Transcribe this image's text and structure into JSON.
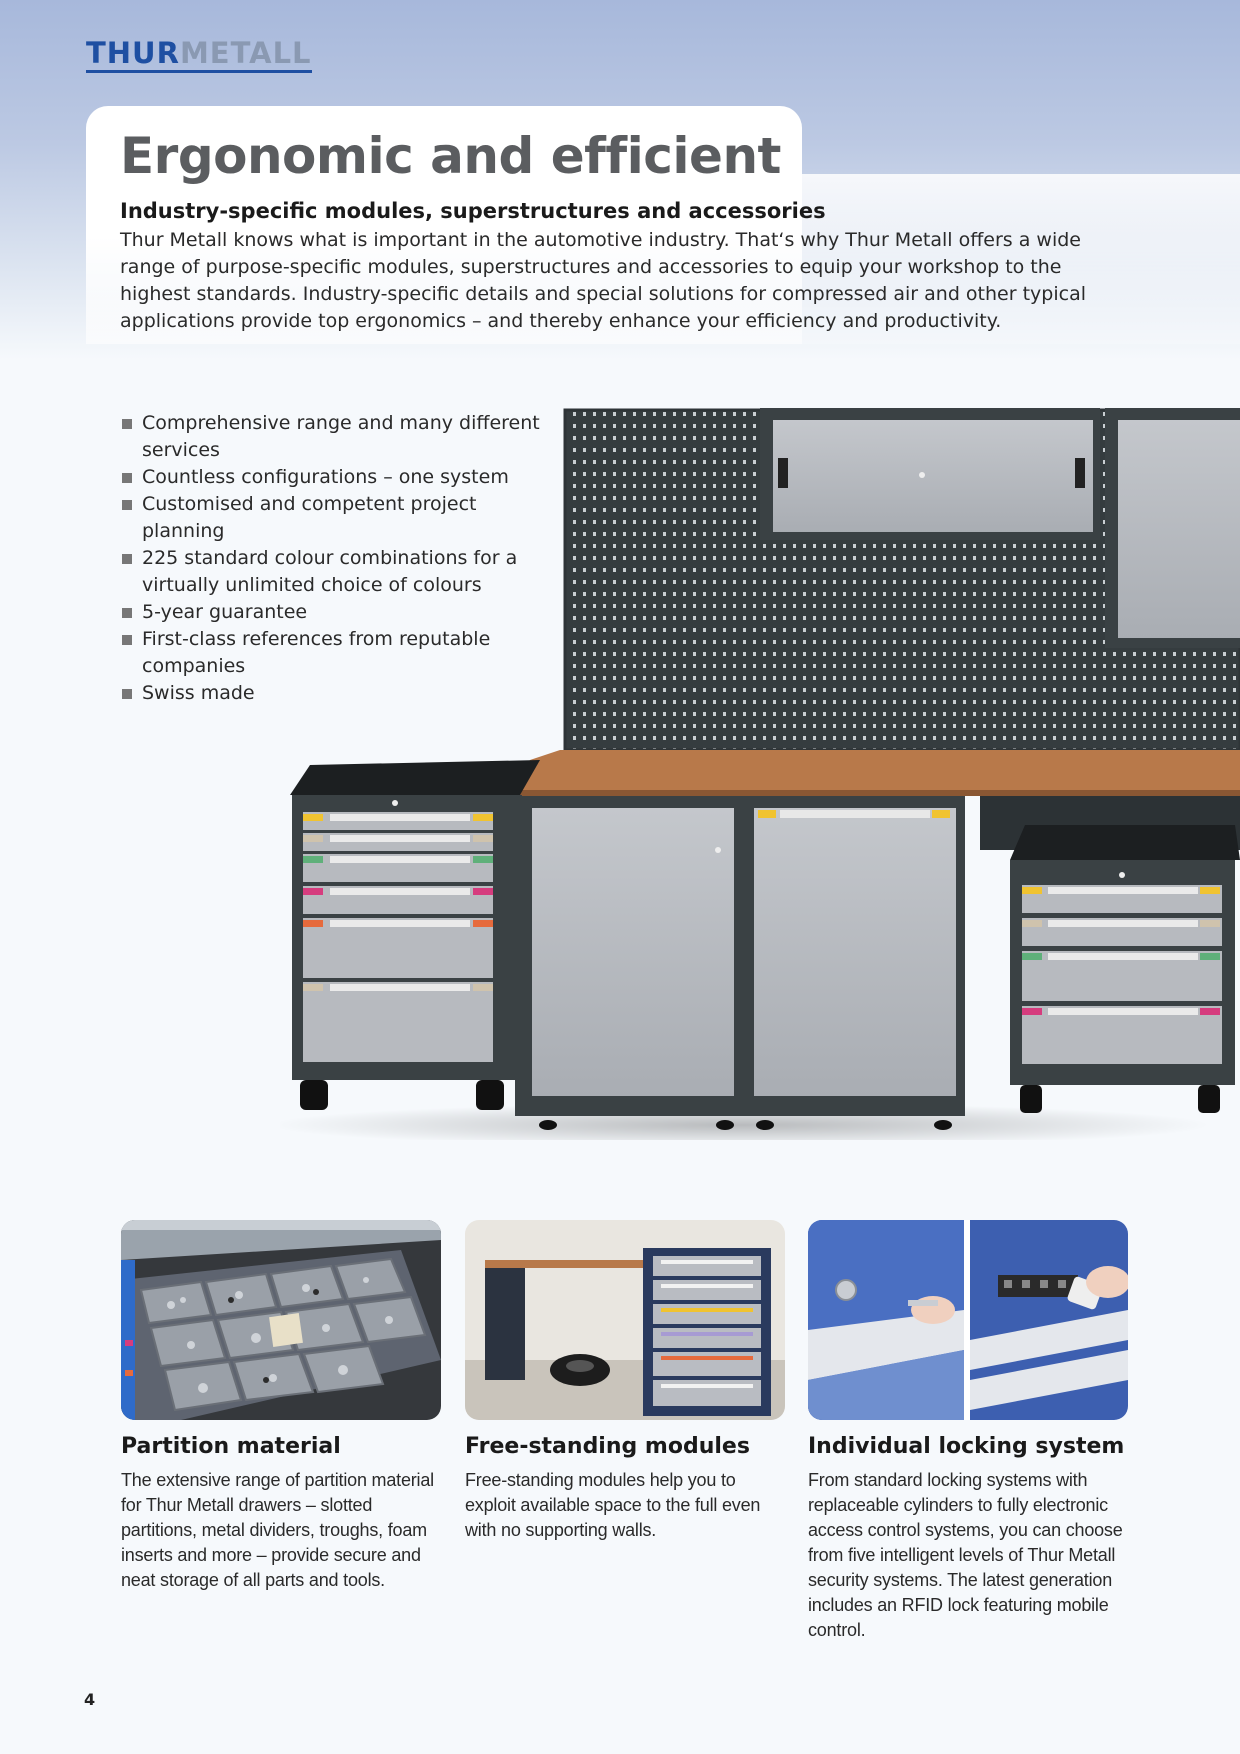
{
  "brand": {
    "logo_part1": "THUR",
    "logo_part2": "METALL"
  },
  "header": {
    "title": "Ergonomic and efficient",
    "subtitle": "Industry-specific modules, superstructures and accessories",
    "intro": "Thur Metall knows what is important in the automotive industry. That‘s why Thur Metall offers a wide range of purpose-specific modules, superstructures and accessories to equip your workshop to the highest standards. Industry-specific details and special solutions for compressed air and other typical applications provide top ergonomics – and thereby enhance your efficiency and productivity."
  },
  "features": [
    "Comprehensive range and many different services",
    "Countless configurations – one system",
    "Customised and competent project planning",
    "225 standard colour combinations for a virtually unlimited choice of colours",
    "5-year guarantee",
    "First-class references from reputable companies",
    "Swiss made"
  ],
  "columns": [
    {
      "heading": "Partition material",
      "text": "The extensive range of partition material for Thur Metall drawers – slotted partitions, metal dividers, troughs, foam inserts and more – provide secure and neat storage of all parts and tools."
    },
    {
      "heading": "Free-standing modules",
      "text": "Free-standing modules help you to exploit available space to the full even with no supporting walls."
    },
    {
      "heading": "Individual locking system",
      "text": "From standard locking systems with replaceable cylinders to fully electronic access control systems, you can choose from five intelligent levels of Thur Metall security systems. The latest generation includes an RFID lock featuring mobile control."
    }
  ],
  "page_number": "4",
  "colors": {
    "brand_blue": "#1e4fa2",
    "cabinet_frame": "#3c4346",
    "cabinet_panel": "#b7babf",
    "worktop": "#b8794a",
    "header_band": "#a7b8db"
  }
}
